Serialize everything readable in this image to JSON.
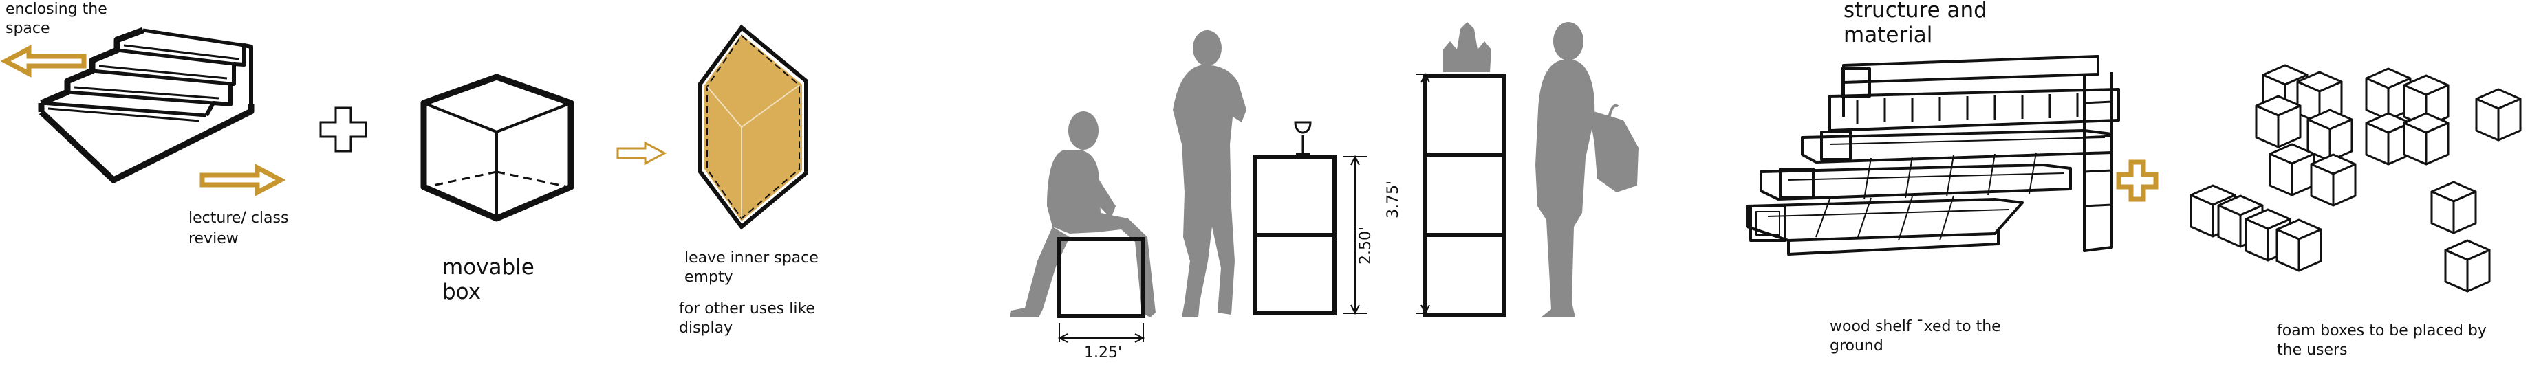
{
  "labels": {
    "enclosing": [
      "enclosing the",
      "space"
    ],
    "lecture": [
      "lecture/ class",
      "review"
    ],
    "movable": [
      "movable",
      "box"
    ],
    "leave_inner": [
      "leave inner space",
      "empty"
    ],
    "other_uses": [
      "for other uses like",
      "display"
    ],
    "structure": [
      "structure and",
      "material"
    ],
    "wood_shelf": [
      "wood shelf ¯xed to the",
      "ground"
    ],
    "foam_boxes": [
      "foam boxes to be placed by",
      "the users"
    ]
  },
  "dimensions": {
    "seat_width": "1.25'",
    "table_height": "2.50'",
    "tall_height": "3.75'"
  },
  "colors": {
    "accent": "#C8962E",
    "accent_fill": "#D9AE57",
    "silhouette": "#8A8A8A",
    "ink": "#111111"
  },
  "icons": {
    "plus_1": "plus-sign",
    "plus_2": "plus-sign-gold",
    "arrow_left": "arrow-left-outline",
    "arrow_right": "arrow-right-outline",
    "arrow_transform": "arrow-right-outline"
  }
}
